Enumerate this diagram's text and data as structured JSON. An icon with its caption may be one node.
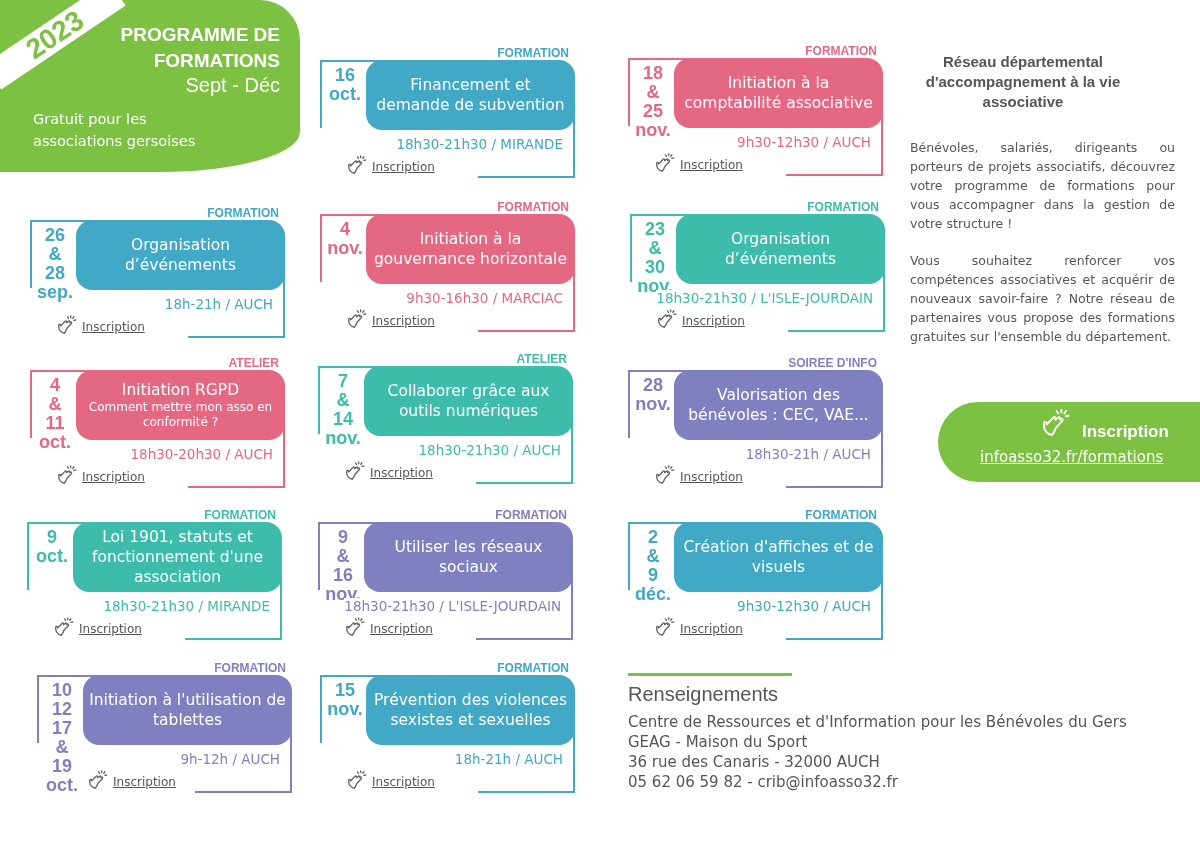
{
  "diagram": {
    "nodes": [
      {
        "text": [
          "2023",
          "PROGRAMME DE FORMATIONS",
          "Sept - Déc",
          "Gratuit pour les associations gersoises"
        ]
      },
      {
        "text": [
          "FORMATION",
          "16 oct.",
          "Financement et demande de subvention",
          "18h30-21h30 / MIRANDE",
          "Inscription"
        ]
      },
      {
        "text": [
          "FORMATION",
          "18 & 25 nov.",
          "Initiation à la comptabilité associative",
          "9h30-12h30 / AUCH",
          "Inscription"
        ]
      },
      {
        "text": [
          "FORMATION",
          "26 & 28 sep.",
          "Organisation d’événements",
          "18h-21h / AUCH",
          "Inscription"
        ]
      },
      {
        "text": [
          "FORMATION",
          "4 nov.",
          "Initiation à la gouvernance horizontale",
          "9h30-16h30 / MARCIAC",
          "Inscription"
        ]
      },
      {
        "text": [
          "FORMATION",
          "23 & 30 nov.",
          "Organisation d’événements",
          "18h30-21h30 / L'ISLE-JOURDAIN",
          "Inscription"
        ]
      },
      {
        "text": [
          "ATELIER",
          "4 & 11 oct.",
          "Initiation RGPD",
          "Comment mettre mon asso en conformité ?",
          "18h30-20h30 / AUCH",
          "Inscription"
        ]
      },
      {
        "text": [
          "ATELIER",
          "7 & 14 nov.",
          "Collaborer grâce aux outils numériques",
          "18h30-21h30 / AUCH",
          "Inscription"
        ]
      },
      {
        "text": [
          "SOIREE D'INFO",
          "28 nov.",
          "Valorisation des bénévoles : CEC, VAE...",
          "18h30-21h / AUCH",
          "Inscription"
        ]
      },
      {
        "text": [
          "FORMATION",
          "9 oct.",
          "Loi 1901, statuts et fonctionnement d'une association",
          "18h30-21h30 / MIRANDE",
          "Inscription"
        ]
      },
      {
        "text": [
          "FORMATION",
          "9 & 16 nov.",
          "Utiliser les réseaux sociaux",
          "18h30-21h30 / L'ISLE-JOURDAIN",
          "Inscription"
        ]
      },
      {
        "text": [
          "FORMATION",
          "2 & 9 déc.",
          "Création d'affiches et de visuels",
          "9h30-12h30 / AUCH",
          "Inscription"
        ]
      },
      {
        "text": [
          "FORMATION",
          "10 12 17 & 19 oct.",
          "Initiation à l'utilisation de tablettes",
          "9h-12h / AUCH",
          "Inscription"
        ]
      },
      {
        "text": [
          "FORMATION",
          "15 nov.",
          "Prévention des violences sexistes et sexuelles",
          "18h-21h / AUCH",
          "Inscription"
        ]
      },
      {
        "text": [
          "Inscription",
          "infoasso32.fr/formations"
        ]
      }
    ],
    "labels": [
      "Réseau départemental d'accompagnement à la vie associative",
      "Bénévoles, salariés, dirigeants ou porteurs de projets associatifs, découvrez votre programme de formations pour vous accompagner dans la gestion de votre structure !",
      "Vous souhaitez renforcer vos compétences associatives et acquérir de nouveaux savoir-faire ? Notre réseau de partenaires vous propose des formations gratuites sur l'ensemble du département.",
      "Renseignements",
      "Centre de Ressources et d'Information pour les Bénévoles du Gers",
      "GEAG - Maison du Sport",
      "36 rue des Canaris - 32000 AUCH",
      "05 62 06 59 82 - crib@infoasso32.fr"
    ]
  }
}
